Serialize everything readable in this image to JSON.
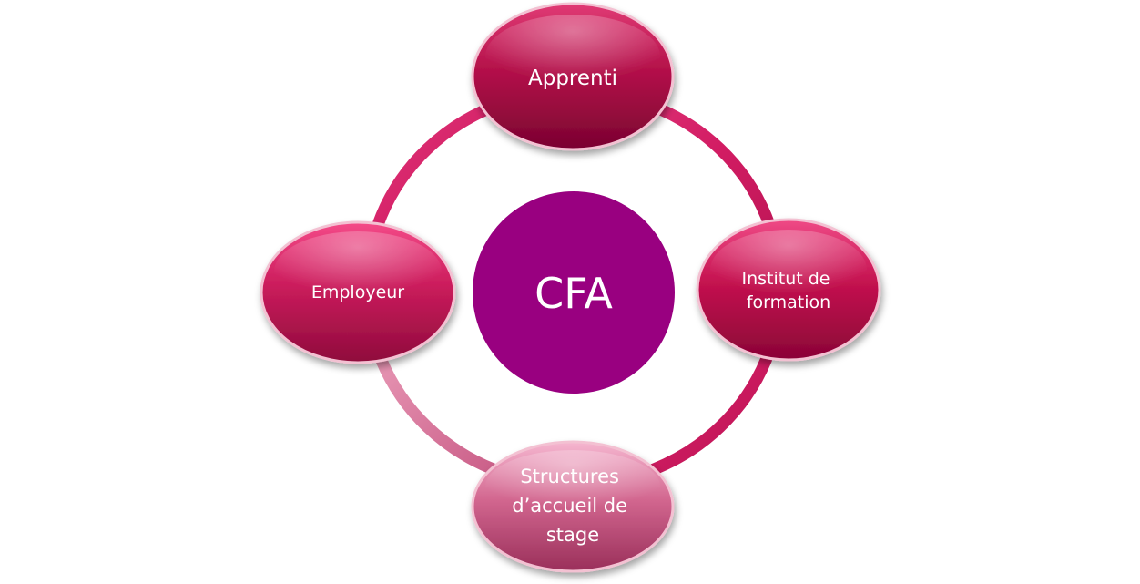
{
  "center": {
    "label": "CFA",
    "color": "#990080"
  },
  "nodes": [
    {
      "id": "apprenti",
      "lines": [
        "Apprenti"
      ],
      "color": "#b5124a"
    },
    {
      "id": "institut",
      "lines": [
        "Institut de",
        "formation"
      ],
      "color": "#c0124f"
    },
    {
      "id": "employeur",
      "lines": [
        "Employeur"
      ],
      "color": "#c81a58"
    },
    {
      "id": "structures",
      "lines": [
        "Structures",
        "d’accueil de",
        "stage"
      ],
      "color": "#c9567e"
    }
  ],
  "ring": {
    "color": "#d81b67"
  }
}
